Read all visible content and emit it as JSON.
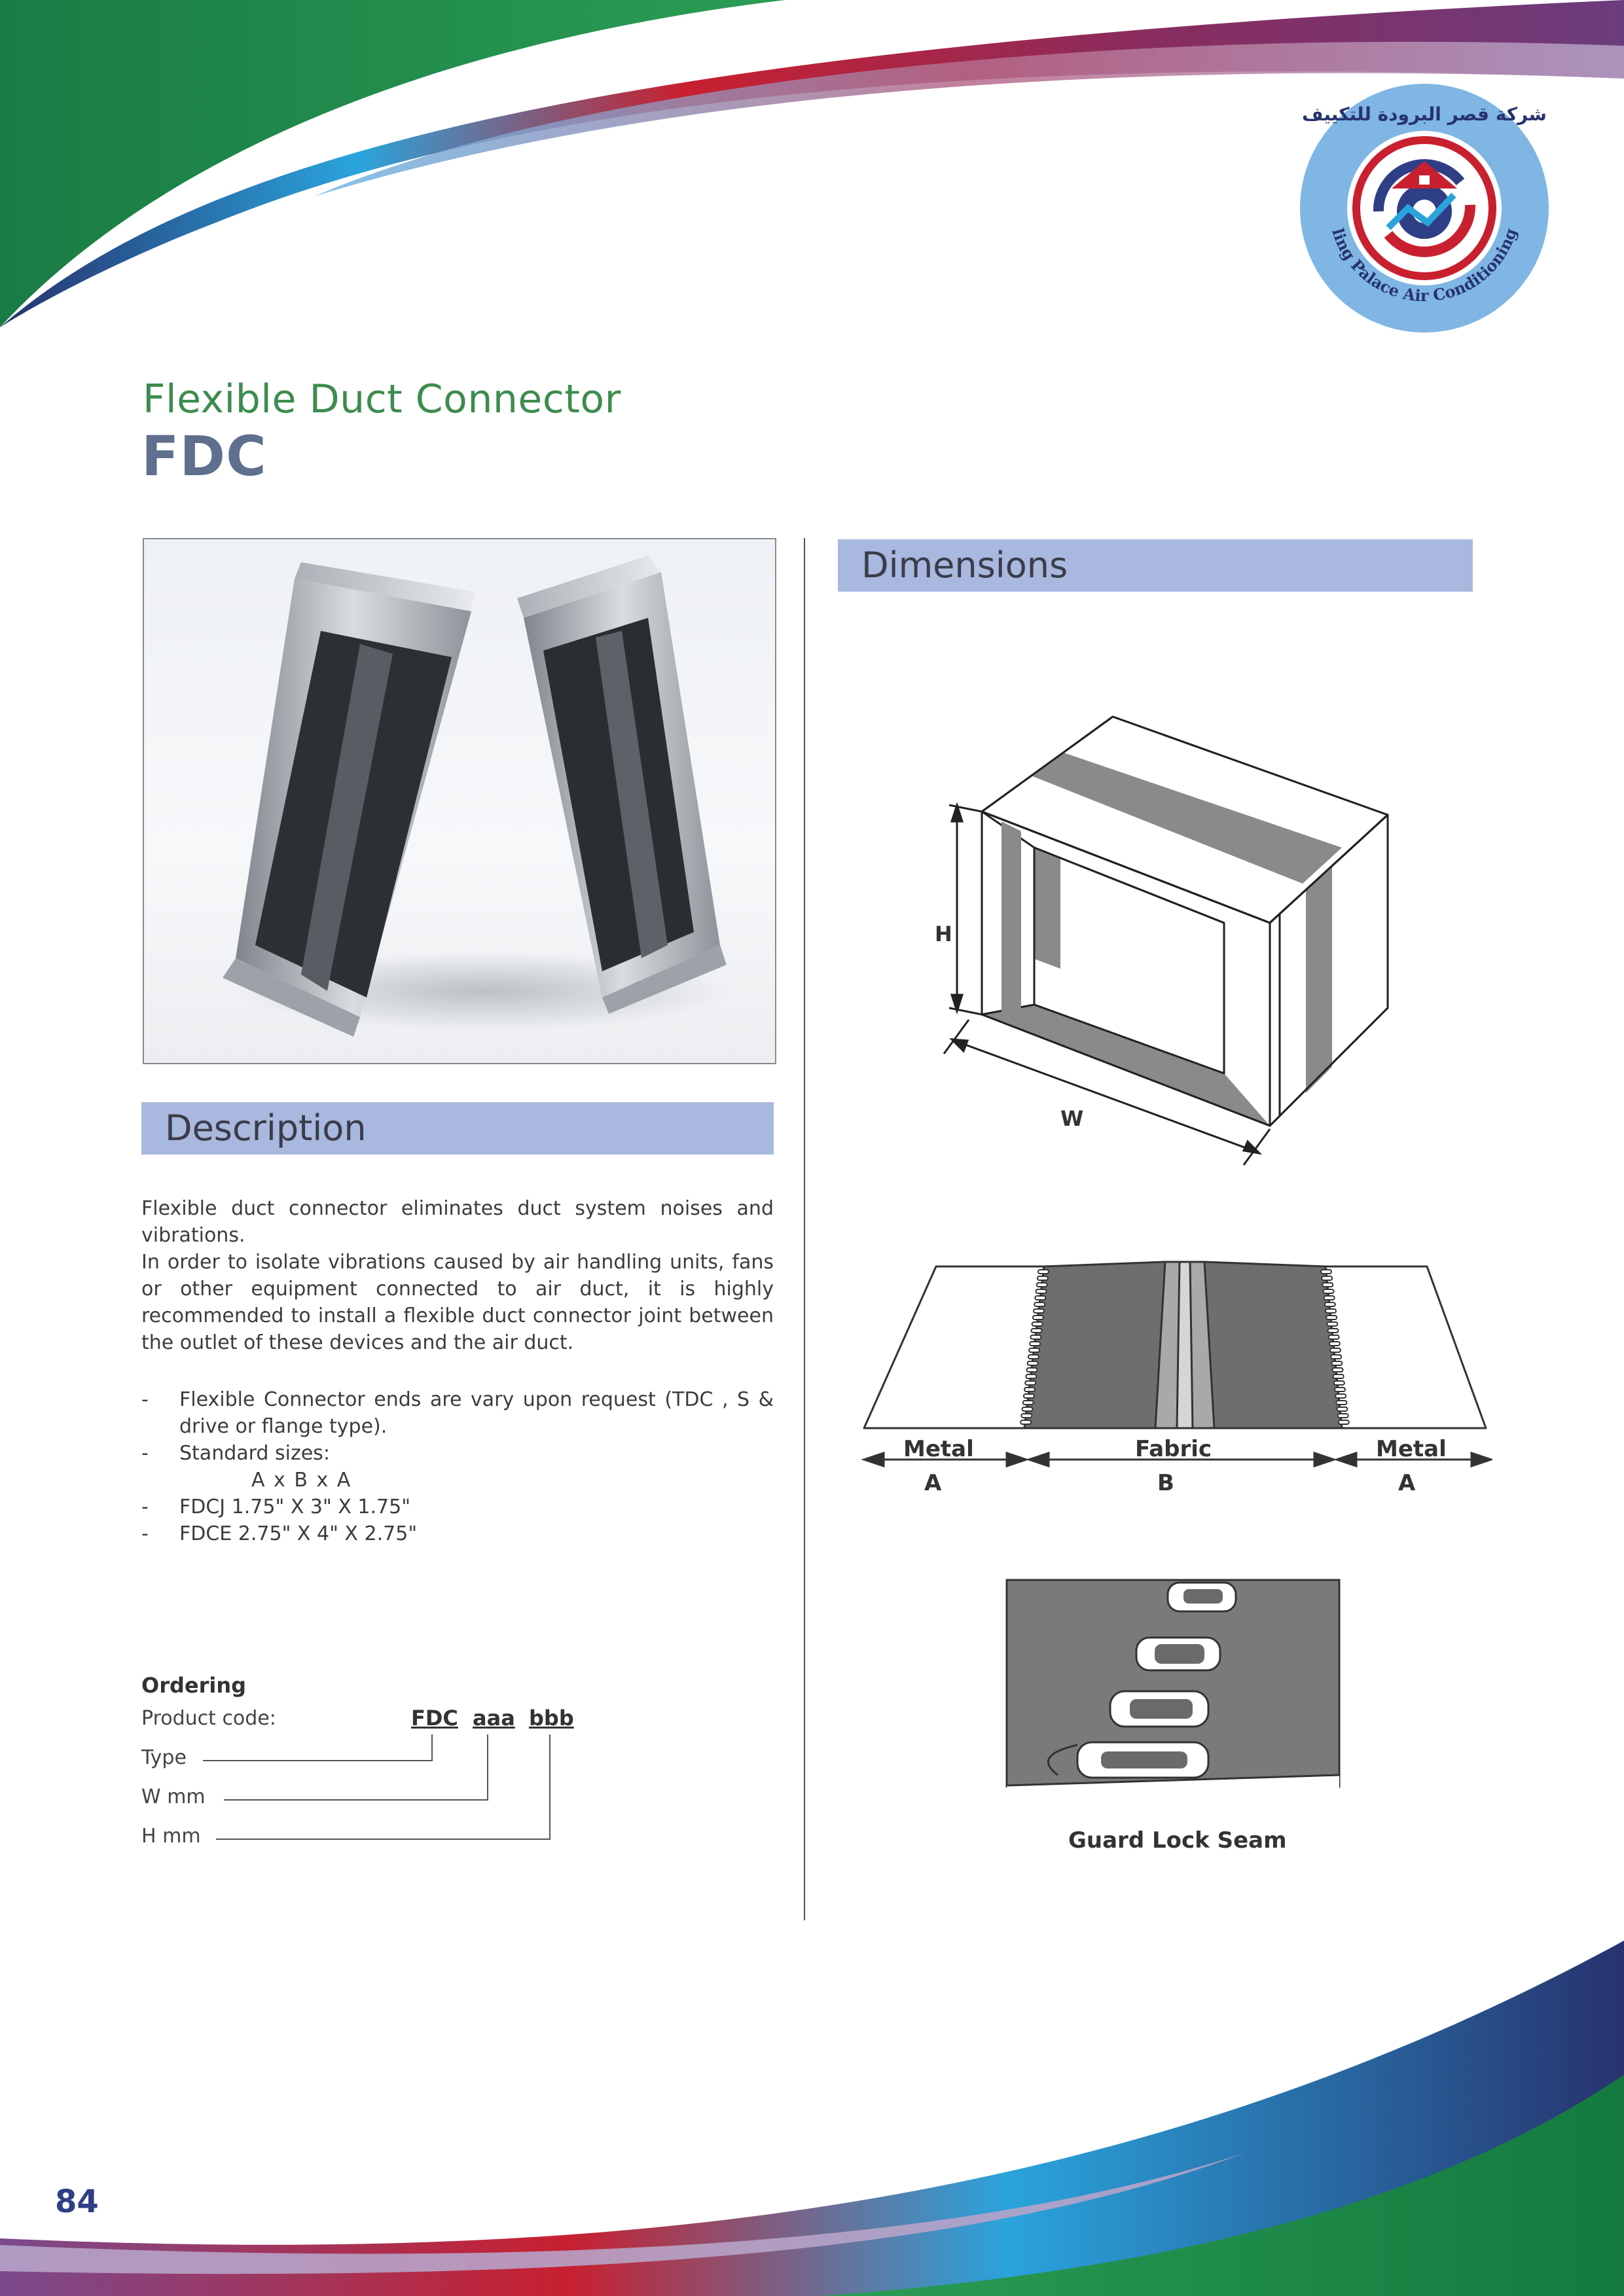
{
  "header": {
    "product_name": "Flexible Duct Connector",
    "product_code": "FDC"
  },
  "logo": {
    "arabic_text": "شركة قصر البرودة للتكييف",
    "english_text": "Cooling Palace Air Conditioning Co."
  },
  "description": {
    "heading": "Description",
    "paragraph_1": "Flexible duct connector eliminates duct system noises and vibrations.",
    "paragraph_2": "In order to isolate vibrations caused by air handling units, fans or other equipment connected to air duct, it is highly recommended to install a flexible duct connector joint between the outlet of these devices and the air duct.",
    "bullets": [
      "Flexible Connector ends are vary upon request (TDC , S & drive or flange type).",
      "Standard sizes:",
      "FDCJ 1.75\" X 3\" X 1.75\"",
      "FDCE 2.75\" X 4\" X 2.75\""
    ],
    "sizes_formula": "A x B x A"
  },
  "ordering": {
    "title": "Ordering",
    "product_code_label": "Product code:",
    "code_parts": [
      "FDC",
      "aaa",
      "bbb"
    ],
    "fields": [
      "Type",
      "W mm",
      "H mm"
    ]
  },
  "dimensions": {
    "heading": "Dimensions",
    "box_labels": {
      "height": "H",
      "width": "W"
    },
    "section_labels": [
      {
        "name": "Metal",
        "letter": "A"
      },
      {
        "name": "Fabric",
        "letter": "B"
      },
      {
        "name": "Metal",
        "letter": "A"
      }
    ],
    "seam_caption": "Guard Lock Seam"
  },
  "footer": {
    "page_number": "84"
  },
  "colors": {
    "green": "#1f8a4c",
    "blue": "#2aa4dc",
    "red": "#c8202f",
    "navy": "#27336e",
    "purple": "#7a3a72",
    "section_bar": "#a8b8de",
    "title_green": "#3d8c4e",
    "code_slate": "#5f6f8e"
  }
}
